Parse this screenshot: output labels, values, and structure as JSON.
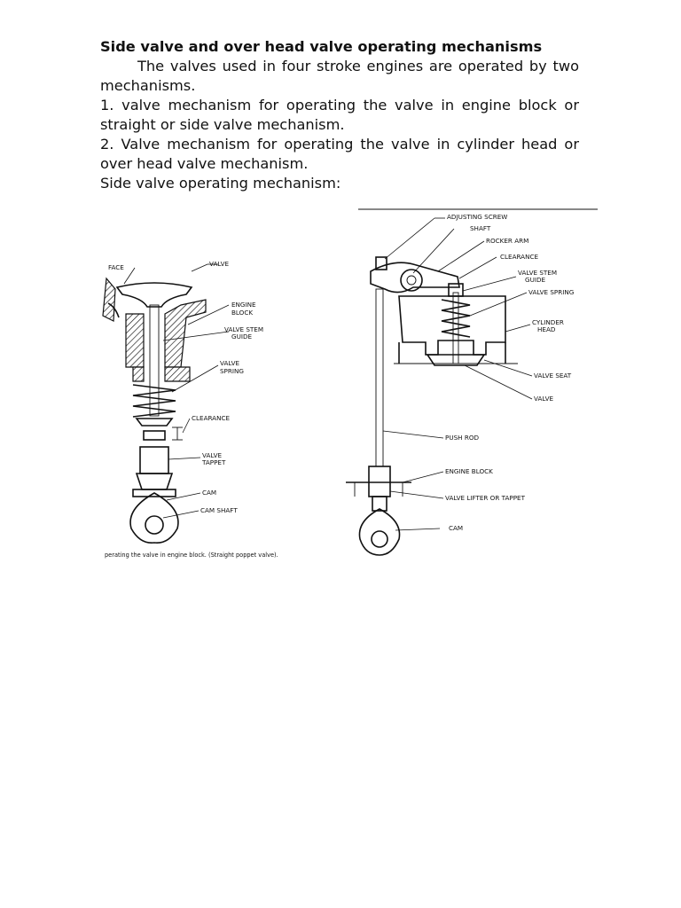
{
  "document": {
    "title": "Side valve and over head valve operating mechanisms",
    "intro": "The valves used in four stroke engines are operated by two mechanisms.",
    "item_1": "1. valve mechanism for operating the valve in engine block or straight or side valve mechanism.",
    "item_2": "2. Valve mechanism for operating the valve in cylinder head or over head valve mechanism.",
    "subheading": "Side valve operating mechanism:"
  },
  "figure_left": {
    "labels": {
      "face": "FACE",
      "valve": "VALVE",
      "engine_block_1": "ENGINE",
      "engine_block_2": "BLOCK",
      "valve_stem_guide_1": "VALVE STEM",
      "valve_stem_guide_2": "GUIDE",
      "valve_spring_1": "VALVE",
      "valve_spring_2": "SPRING",
      "clearance": "CLEARANCE",
      "valve_tappet_1": "VALVE",
      "valve_tappet_2": "TAPPET",
      "cam": "CAM",
      "cam_shaft": "CAM SHAFT"
    },
    "caption": "perating the valve in engine block.  (Straight poppet valve)."
  },
  "figure_right": {
    "labels": {
      "adjusting_screw": "ADJUSTING SCREW",
      "shaft": "SHAFT",
      "rocker_arm": "ROCKER ARM",
      "clearance": "CLEARANCE",
      "valve_stem_guide_1": "VALVE STEM",
      "valve_stem_guide_2": "GUIDE",
      "valve_spring": "VALVE SPRING",
      "cylinder_head_1": "CYLINDER",
      "cylinder_head_2": "HEAD",
      "valve_seat": "VALVE SEAT",
      "valve": "VALVE",
      "push_rod": "PUSH ROD",
      "engine_block": "ENGINE BLOCK",
      "valve_lifter": "VALVE LIFTER OR TAPPET",
      "cam": "CAM"
    }
  }
}
